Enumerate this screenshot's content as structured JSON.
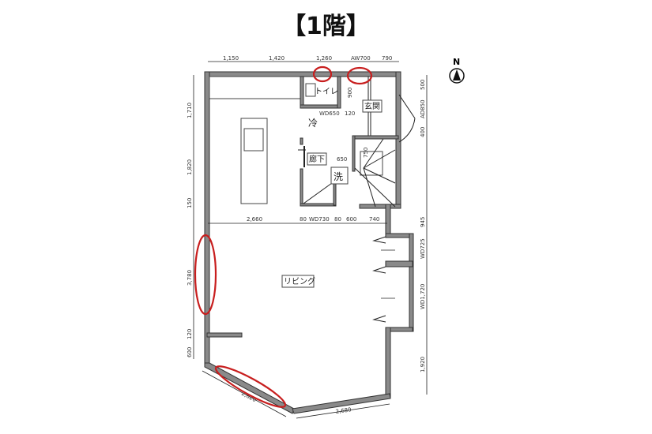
{
  "title": "【1階】",
  "compass": {
    "label": "N"
  },
  "dimensions": {
    "top": [
      "1,150",
      "1,420",
      "1,260",
      "AW700",
      "790"
    ],
    "right": [
      "500",
      "AD850",
      "400",
      "945",
      "WD725",
      "WD1,720",
      "1,920"
    ],
    "left": [
      "1,710",
      "1,820",
      "150",
      "3,780",
      "120",
      "600"
    ],
    "middle": [
      "2,660",
      "80",
      "WD730",
      "80",
      "600",
      "740"
    ],
    "bottom": [
      "2,620",
      "2,680"
    ],
    "inner": [
      "900",
      "WD650",
      "120",
      "650",
      "750"
    ]
  },
  "rooms": {
    "toilet": "トイレ",
    "fridge": "冷",
    "entrance": "玄関",
    "hallway": "廊下",
    "washroom": "洗",
    "living": "リビング"
  },
  "colors": {
    "wall": "#8a8a8a",
    "highlight": "#c81e1e"
  }
}
